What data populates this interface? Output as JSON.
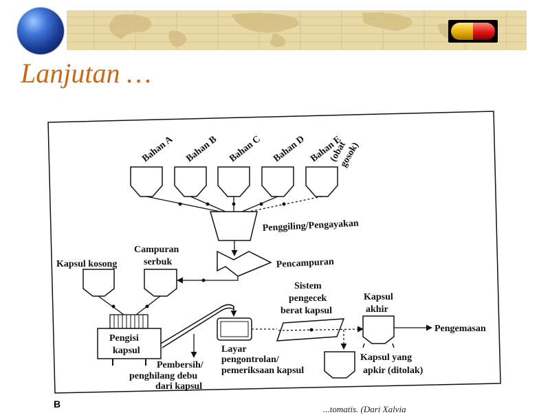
{
  "slide": {
    "title": "Lanjutan …",
    "figure_letter": "B",
    "caption_fragment": "...tomatis. (Dari Xalvia"
  },
  "diagram": {
    "ingredients": [
      "Bahan A",
      "Bahan B",
      "Bahan C",
      "Bahan D",
      "Bahan E"
    ],
    "ingredient_e_note": [
      "(obat",
      "gosok)"
    ],
    "mill_label": "Penggiling/Pengayakan",
    "mixer_label": "Pencampuran",
    "empty_capsule_label": "Kapsul kosong",
    "powder_mix_label": [
      "Campuran",
      "serbuk"
    ],
    "filler_label": [
      "Pengisi",
      "kapsul"
    ],
    "cleaner_label": [
      "Pembersih/",
      "penghilang debu",
      "dari kapsul"
    ],
    "screen_label": [
      "Layar",
      "pengontrolan/",
      "pemeriksaan kapsul"
    ],
    "weight_check_label": [
      "Sistem",
      "pengecek",
      "berat kapsul"
    ],
    "final_capsule_label": [
      "Kapsul",
      "akhir"
    ],
    "packaging_label": "Pengemasan",
    "rejected_label": [
      "Kapsul yang",
      "apkir (ditolak)"
    ]
  },
  "colors": {
    "title": "#c46a16",
    "banner": "#e9d9a6",
    "line": "#111111"
  }
}
